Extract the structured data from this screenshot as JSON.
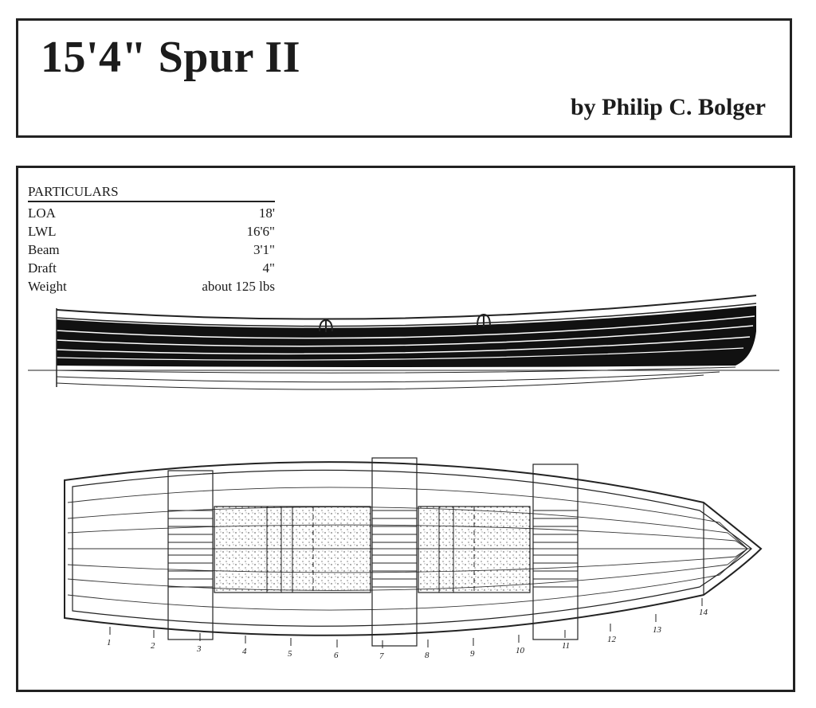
{
  "header": {
    "title": "15'4\" Spur II",
    "byline": "by Philip C. Bolger"
  },
  "particulars": {
    "heading": "PARTICULARS",
    "rows": [
      {
        "label": "LOA",
        "value": "18'"
      },
      {
        "label": "LWL",
        "value": "16'6\""
      },
      {
        "label": "Beam",
        "value": "3'1\""
      },
      {
        "label": "Draft",
        "value": "4\""
      },
      {
        "label": "Weight",
        "value": "about 125 lbs"
      }
    ]
  },
  "station_numbers": [
    "1",
    "2",
    "3",
    "4",
    "5",
    "6",
    "7",
    "8",
    "9",
    "10",
    "11",
    "12",
    "13",
    "14"
  ],
  "colors": {
    "ink": "#1a1a1a",
    "paper": "#ffffff"
  }
}
